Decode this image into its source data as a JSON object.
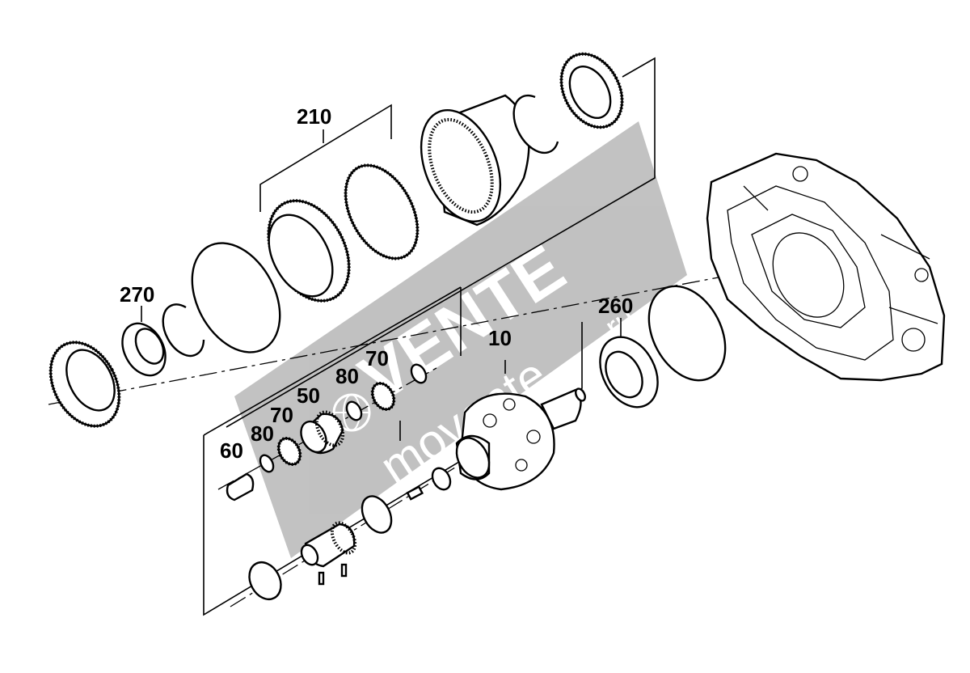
{
  "callouts": {
    "c210": "210",
    "c270": "270",
    "c260": "260",
    "c10": "10",
    "c70a": "70",
    "c80a": "80",
    "c50": "50",
    "c70b": "70",
    "c80b": "80",
    "c60": "60"
  },
  "watermark": {
    "brand": "VENTE",
    "domain_tail": "ru",
    "domain_main": "movente",
    "color": "#8f8f8f"
  },
  "icons": [
    "globe-icon"
  ]
}
